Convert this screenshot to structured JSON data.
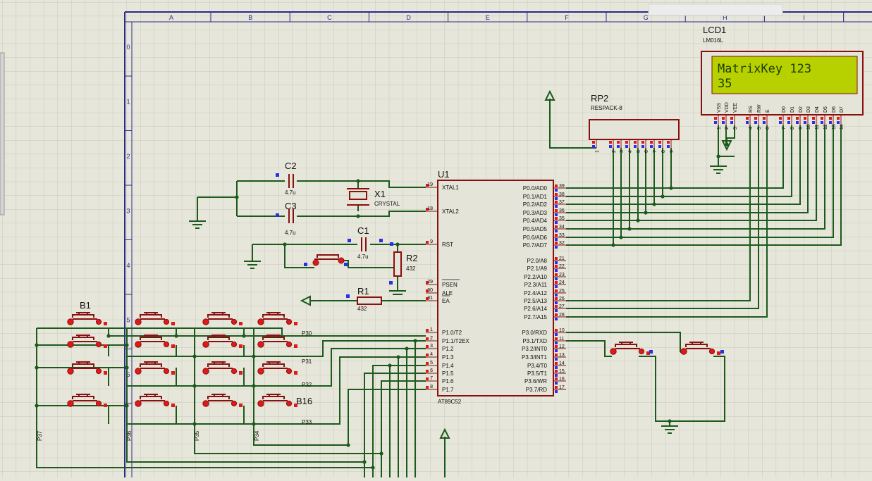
{
  "colors": {
    "background": "#e6e6da",
    "grid": "#c8c8bc",
    "wire": "#1c5a1c",
    "component": "#8a1010",
    "frame": "#2a2a8a",
    "lcd_screen": "#b6d000",
    "lcd_text": "#1e3e00",
    "pin_red": "#e01818",
    "pin_blue": "#2830e8"
  },
  "frame": {
    "columns": [
      "A",
      "B",
      "C",
      "D",
      "E",
      "F",
      "G",
      "H",
      "I"
    ],
    "rows": [
      "0",
      "1",
      "2",
      "3",
      "4",
      "5",
      "6"
    ]
  },
  "lcd": {
    "ref": "LCD1",
    "model": "LM016L",
    "line1": "MatrixKey 123",
    "line2": "35",
    "pin_names": [
      "VSS",
      "VDD",
      "VEE",
      "RS",
      "RW",
      "E",
      "D0",
      "D1",
      "D2",
      "D3",
      "D4",
      "D5",
      "D6",
      "D7"
    ],
    "pin_numbers": [
      "1",
      "2",
      "3",
      "4",
      "5",
      "6",
      "7",
      "8",
      "9",
      "10",
      "11",
      "12",
      "13",
      "14"
    ]
  },
  "rp2": {
    "ref": "RP2",
    "model": "RESPACK-8",
    "pin_numbers": [
      "1",
      "2",
      "3",
      "4",
      "5",
      "6",
      "7",
      "8",
      "9"
    ]
  },
  "mcu": {
    "ref": "U1",
    "model": "AT89C52",
    "left_pins": [
      {
        "name": "XTAL1",
        "num": "19"
      },
      {
        "name": "XTAL2",
        "num": "18"
      },
      {
        "name": "RST",
        "num": "9"
      },
      {
        "name": "PSEN",
        "num": "29"
      },
      {
        "name": "ALE",
        "num": "30"
      },
      {
        "name": "EA",
        "num": "31"
      },
      {
        "name": "P1.0/T2",
        "num": "1"
      },
      {
        "name": "P1.1/T2EX",
        "num": "2"
      },
      {
        "name": "P1.2",
        "num": "3"
      },
      {
        "name": "P1.3",
        "num": "4"
      },
      {
        "name": "P1.4",
        "num": "5"
      },
      {
        "name": "P1.5",
        "num": "6"
      },
      {
        "name": "P1.6",
        "num": "7"
      },
      {
        "name": "P1.7",
        "num": "8"
      }
    ],
    "right_pins": [
      {
        "name": "P0.0/AD0",
        "num": "39"
      },
      {
        "name": "P0.1/AD1",
        "num": "38"
      },
      {
        "name": "P0.2/AD2",
        "num": "37"
      },
      {
        "name": "P0.3/AD3",
        "num": "36"
      },
      {
        "name": "P0.4/AD4",
        "num": "35"
      },
      {
        "name": "P0.5/AD5",
        "num": "34"
      },
      {
        "name": "P0.6/AD6",
        "num": "33"
      },
      {
        "name": "P0.7/AD7",
        "num": "32"
      },
      {
        "name": "P2.0/A8",
        "num": "21"
      },
      {
        "name": "P2.1/A9",
        "num": "22"
      },
      {
        "name": "P2.2/A10",
        "num": "23"
      },
      {
        "name": "P2.3/A11",
        "num": "24"
      },
      {
        "name": "P2.4/A12",
        "num": "25"
      },
      {
        "name": "P2.5/A13",
        "num": "26"
      },
      {
        "name": "P2.6/A14",
        "num": "27"
      },
      {
        "name": "P2.7/A15",
        "num": "28"
      },
      {
        "name": "P3.0/RXD",
        "num": "10"
      },
      {
        "name": "P3.1/TXD",
        "num": "11"
      },
      {
        "name": "P3.2/INT0",
        "num": "12"
      },
      {
        "name": "P3.3/INT1",
        "num": "13"
      },
      {
        "name": "P3.4/T0",
        "num": "14"
      },
      {
        "name": "P3.5/T1",
        "num": "15"
      },
      {
        "name": "P3.6/WR",
        "num": "16"
      },
      {
        "name": "P3.7/RD",
        "num": "17"
      }
    ]
  },
  "passives": {
    "c2": {
      "ref": "C2",
      "value": "4.7u"
    },
    "c3": {
      "ref": "C3",
      "value": "4.7u"
    },
    "c1": {
      "ref": "C1",
      "value": "4.7u"
    },
    "x1": {
      "ref": "X1",
      "value": "CRYSTAL"
    },
    "r2": {
      "ref": "R2",
      "value": "432"
    },
    "r1": {
      "ref": "R1",
      "value": "432"
    }
  },
  "keypad": {
    "first_label": "B1",
    "last_label": "B16",
    "row_nets": [
      "P30",
      "P31",
      "P32",
      "P33"
    ],
    "col_nets": [
      "P37",
      "P36",
      "P35",
      "P34"
    ]
  }
}
